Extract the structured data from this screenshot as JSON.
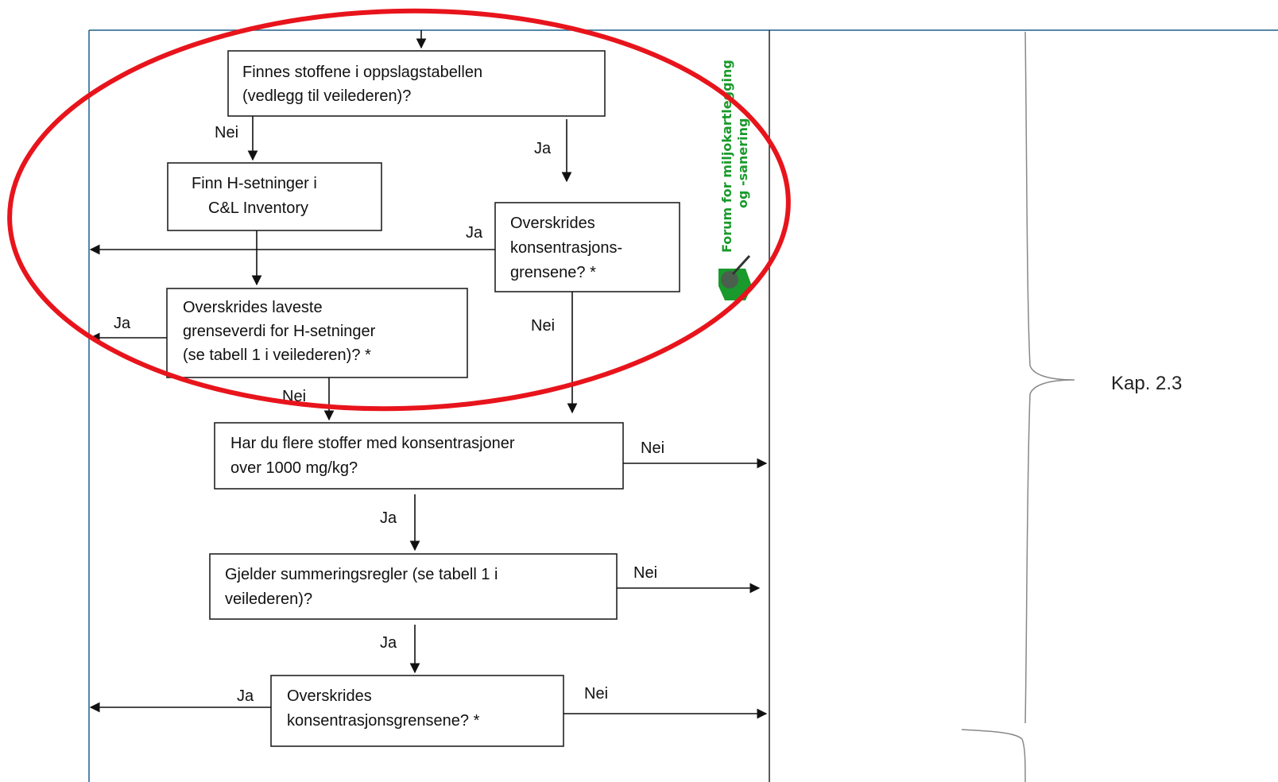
{
  "flowchart": {
    "boxes": {
      "finnes": [
        "Finnes stoffene i oppslagstabellen",
        "(vedlegg til veilederen)?"
      ],
      "finn_h": [
        "Finn H-setninger i",
        "C&L Inventory"
      ],
      "overskrides_konsentrasjon_1": [
        "Overskrides",
        "konsentrasjons-",
        "grensene? *"
      ],
      "overskrides_laveste": [
        "Overskrides laveste",
        "grenseverdi for H-setninger",
        "(se tabell 1 i veilederen)? *"
      ],
      "flere_stoffer": [
        "Har du flere stoffer med konsentrasjoner",
        "over 1000 mg/kg?"
      ],
      "summeringsregler": [
        "Gjelder summeringsregler (se tabell 1 i",
        "veilederen)?"
      ],
      "overskrides_konsentrasjon_2": [
        "Overskrides",
        "konsentrasjonsgrensene? *"
      ]
    },
    "edge_labels": {
      "finnes_nei": "Nei",
      "finnes_ja": "Ja",
      "konsentrasjon1_ja": "Ja",
      "konsentrasjon1_nei": "Nei",
      "laveste_ja": "Ja",
      "laveste_nei": "Nei",
      "flere_nei": "Nei",
      "flere_ja": "Ja",
      "summering_nei": "Nei",
      "summering_ja": "Ja",
      "konsentrasjon2_ja": "Ja",
      "konsentrasjon2_nei": "Nei"
    }
  },
  "logo": {
    "text_line1": "Forum for miljokartlegging",
    "text_line2": "og -sanering",
    "color": "#1a9a2c"
  },
  "annotation": {
    "highlight_color": "#e8141c",
    "section_label": "Kap. 2.3"
  },
  "frame": {
    "border_color": "#1f5f8b"
  }
}
